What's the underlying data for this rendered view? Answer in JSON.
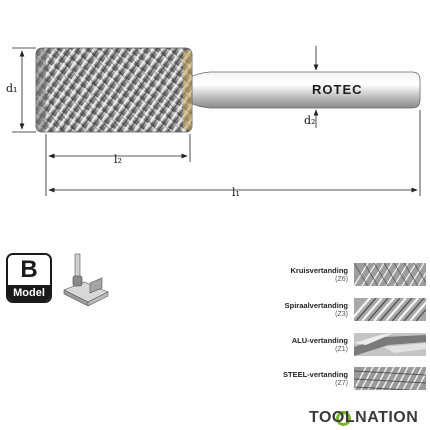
{
  "drawing": {
    "brand_on_shank": "ROTEC",
    "labels": {
      "d1": "d₁",
      "d2": "d₂",
      "l1": "l₁",
      "l2": "l₂"
    }
  },
  "model": {
    "letter": "B",
    "label": "Model"
  },
  "cut_types": [
    {
      "name": "Kruisvertanding",
      "code": "(Z6)"
    },
    {
      "name": "Spiraalvertanding",
      "code": "(Z3)"
    },
    {
      "name": "ALU-vertanding",
      "code": "(Z1)"
    },
    {
      "name": "STEEL-vertanding",
      "code": "(Z7)"
    }
  ],
  "footer_brand": "TOOLNATION",
  "colors": {
    "brand_green": "#7ab829",
    "dark": "#1a1a1a",
    "steel_light": "#e6e6e6",
    "steel_dark": "#6b6b6b"
  }
}
